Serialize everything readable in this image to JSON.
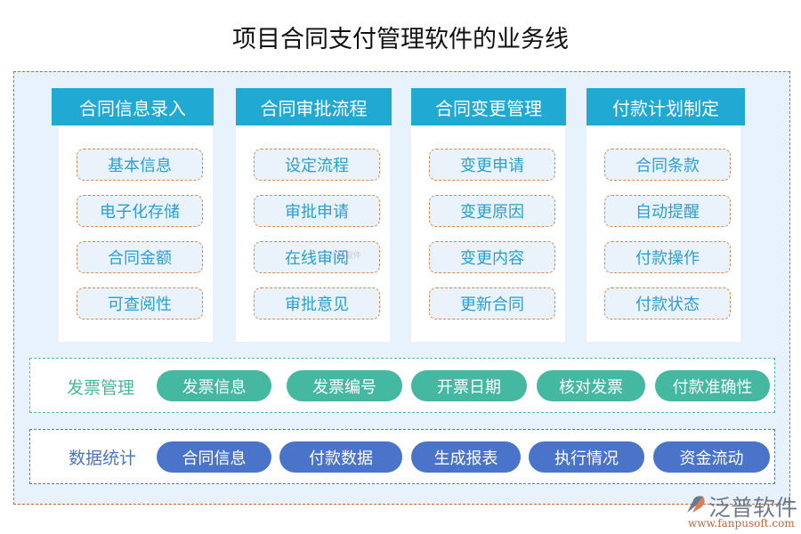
{
  "title": "项目合同支付管理软件的业务线",
  "columns": [
    {
      "header": "合同信息录入",
      "items": [
        "基本信息",
        "电子化存储",
        "合同金额",
        "可查阅性"
      ]
    },
    {
      "header": "合同审批流程",
      "items": [
        "设定流程",
        "审批申请",
        "在线审阅",
        "审批意见"
      ]
    },
    {
      "header": "合同变更管理",
      "items": [
        "变更申请",
        "变更原因",
        "变更内容",
        "更新合同"
      ]
    },
    {
      "header": "付款计划制定",
      "items": [
        "合同条款",
        "自动提醒",
        "付款操作",
        "付款状态"
      ]
    }
  ],
  "invoice_row": {
    "label": "发票管理",
    "items": [
      "发票信息",
      "发票编号",
      "开票日期",
      "核对发票",
      "付款准确性"
    ]
  },
  "stats_row": {
    "label": "数据统计",
    "items": [
      "合同信息",
      "付款数据",
      "生成报表",
      "执行情况",
      "资金流动"
    ]
  },
  "watermark": "泛普软件",
  "logo": {
    "name": "泛普软件",
    "url": "www.fanpusoft.com"
  },
  "colors": {
    "header_bg": "#1fa9d3",
    "item_text": "#2a9fd0",
    "item_border": "#d98a50",
    "outer_border": "#c8682a",
    "canvas_bg": "#e8f2fc",
    "invoice_green": "#45b8a2",
    "stats_blue": "#4a74c9"
  }
}
